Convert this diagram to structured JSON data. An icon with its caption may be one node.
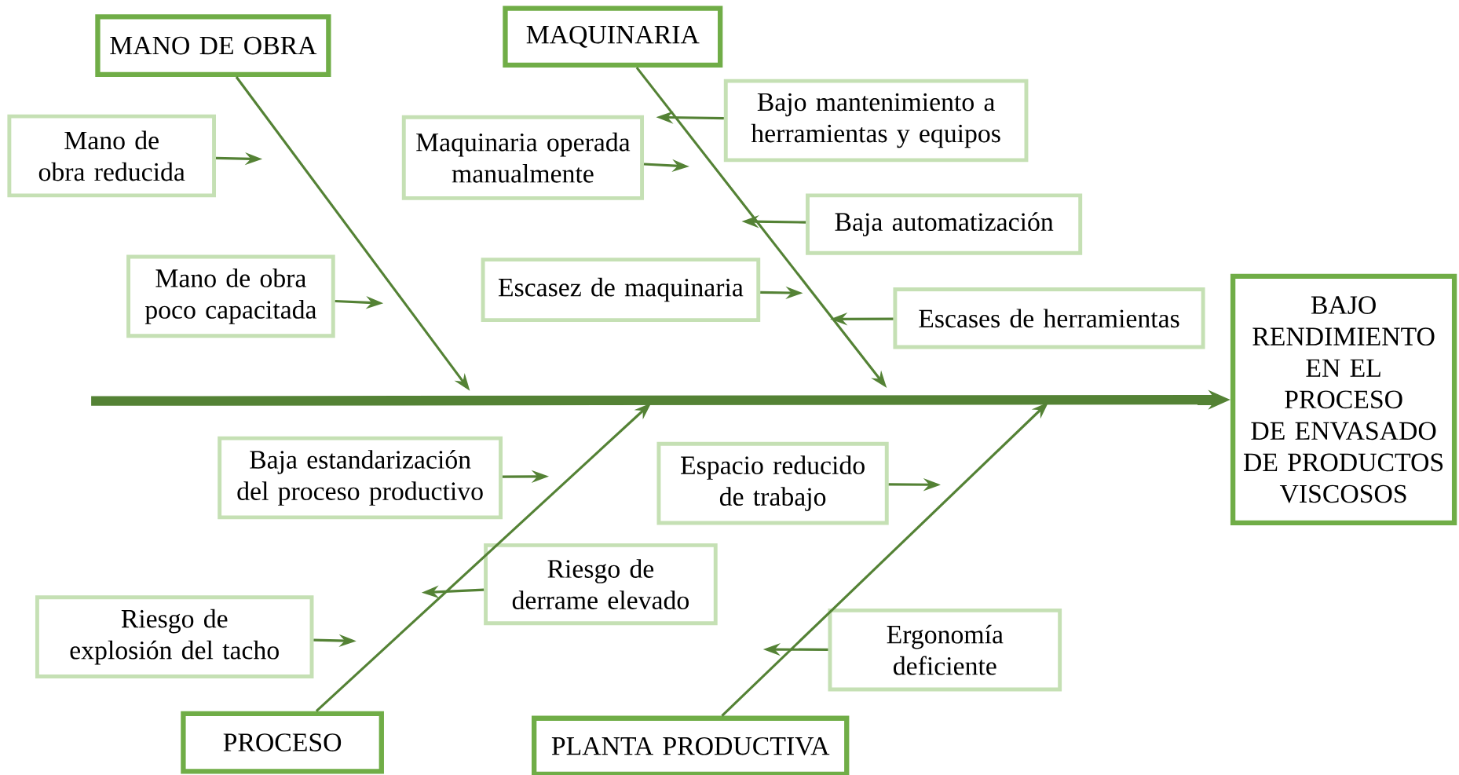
{
  "diagram": {
    "nodes": [
      {
        "text": [
          "MANO DE OBRA"
        ]
      },
      {
        "text": [
          "Mano de obra reducida"
        ]
      },
      {
        "text": [
          "Mano de obra poco capacitada"
        ]
      },
      {
        "text": [
          "MAQUINARIA"
        ]
      },
      {
        "text": [
          "Bajo mantenimiento a herramientas y equipos"
        ]
      },
      {
        "text": [
          "Maquinaria operada manualmente"
        ]
      },
      {
        "text": [
          "Baja automatización"
        ]
      },
      {
        "text": [
          "Escasez de maquinaria"
        ]
      },
      {
        "text": [
          "Escases de herramientas"
        ]
      },
      {
        "text": [
          "BAJO RENDIMIENTO EN EL PROCESO DE ENVASADO DE PRODUCTOS VISCOSOS"
        ]
      },
      {
        "text": [
          "Baja estandarización del proceso productivo"
        ]
      },
      {
        "text": [
          "Espacio reducido de trabajo"
        ]
      },
      {
        "text": [
          "Riesgo de derrame elevado"
        ]
      },
      {
        "text": [
          "Riesgo de explosión del tacho"
        ]
      },
      {
        "text": [
          "Ergonomía deficiente"
        ]
      },
      {
        "text": [
          "PROCESO"
        ]
      },
      {
        "text": [
          "PLANTA PRODUCTIVA"
        ]
      }
    ],
    "edges": [
      {
        "from": null,
        "to": 9,
        "arrow": "to",
        "style": "thick"
      },
      {
        "from": 0,
        "to": null,
        "arrow": "to"
      },
      {
        "from": 3,
        "to": null,
        "arrow": "to"
      },
      {
        "from": 15,
        "to": null,
        "arrow": "to"
      },
      {
        "from": 16,
        "to": null,
        "arrow": "to"
      },
      {
        "from": 1,
        "to": null,
        "arrow": "to"
      },
      {
        "from": 2,
        "to": null,
        "arrow": "to"
      },
      {
        "from": 5,
        "to": null,
        "arrow": "to"
      },
      {
        "from": 4,
        "to": null,
        "arrow": "to"
      },
      {
        "from": 6,
        "to": null,
        "arrow": "to"
      },
      {
        "from": 7,
        "to": null,
        "arrow": "to"
      },
      {
        "from": 8,
        "to": null,
        "arrow": "to"
      },
      {
        "from": 10,
        "to": null,
        "arrow": "to"
      },
      {
        "from": 11,
        "to": null,
        "arrow": "to"
      },
      {
        "from": 12,
        "to": null,
        "arrow": "to"
      },
      {
        "from": 13,
        "to": null,
        "arrow": "to"
      },
      {
        "from": 14,
        "to": null,
        "arrow": "to"
      }
    ]
  }
}
